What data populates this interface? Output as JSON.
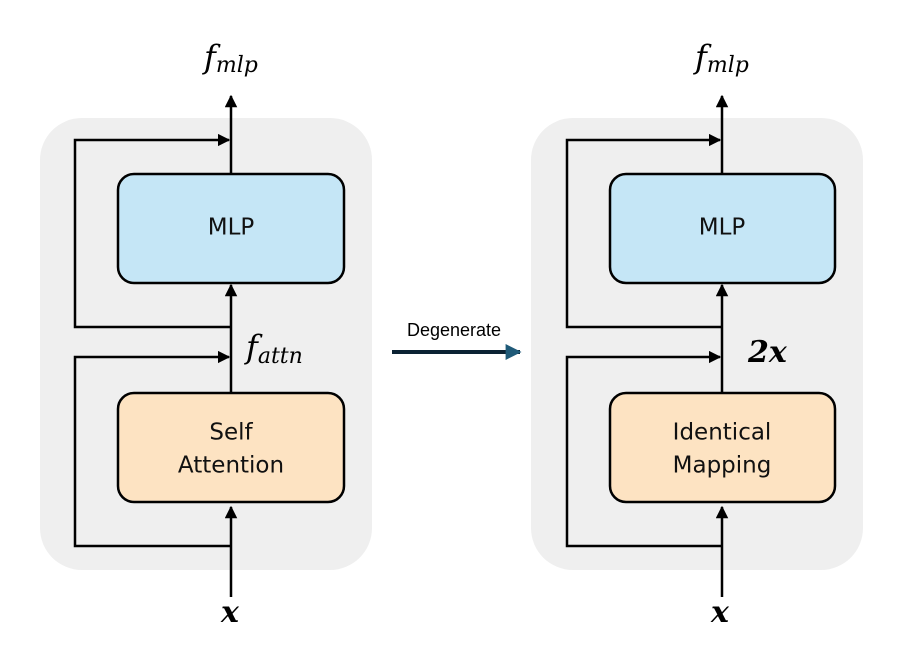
{
  "left_panel": {
    "output": {
      "main": "f",
      "sub": "mlp"
    },
    "top_box": "MLP",
    "middle": {
      "main": "f",
      "sub": "attn"
    },
    "bottom_box": [
      "Self",
      "Attention"
    ],
    "input": "x"
  },
  "transition": {
    "label": "Degenerate"
  },
  "right_panel": {
    "output": {
      "main": "f",
      "sub": "mlp"
    },
    "top_box": "MLP",
    "middle": "2x",
    "bottom_box": [
      "Identical",
      "Mapping"
    ],
    "input": "x"
  },
  "colors": {
    "panel_background": "#efefef",
    "mlp_box": "#c5e6f6",
    "lower_box": "#fde3c2",
    "transition_arrow": "#0b2233"
  }
}
